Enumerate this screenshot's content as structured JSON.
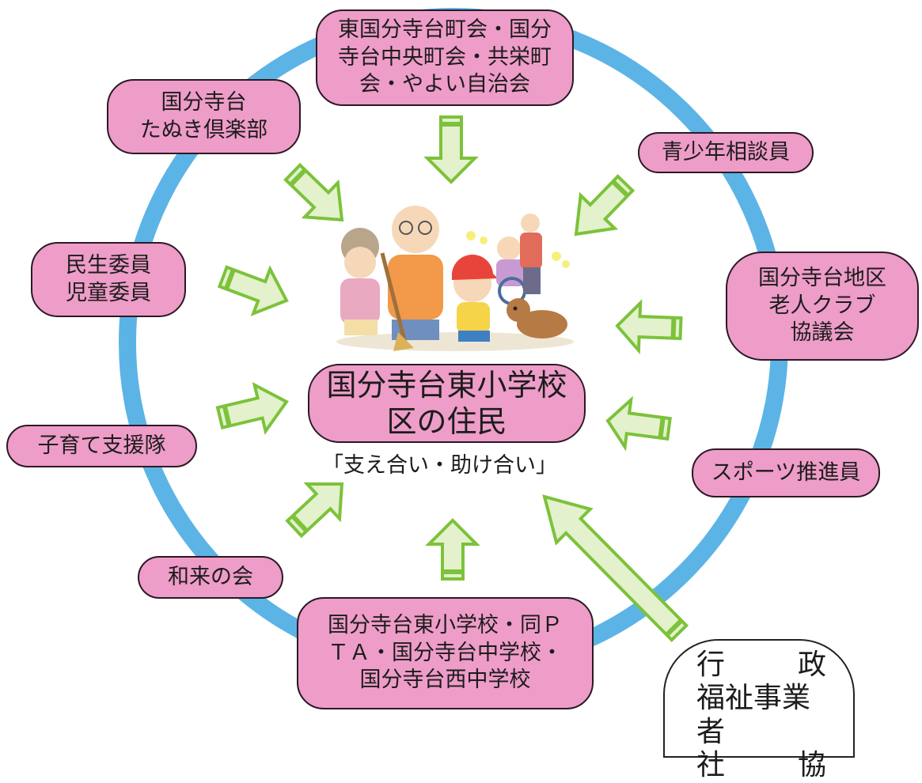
{
  "diagram": {
    "ring_color": "#5cb4e6",
    "node_fill": "#ee9cc8",
    "arrow_fill": "#e3f1cc",
    "arrow_stroke": "#7cc23a",
    "center": {
      "label": "国分寺台東小学校\n区の住民",
      "slogan": "「支え合い・助け合い」"
    },
    "nodes": [
      {
        "id": "top",
        "label": "東国分寺台町会・国分\n寺台中央町会・共栄町\n会・やよい自治会"
      },
      {
        "id": "tanuki",
        "label": "国分寺台\nたぬき倶楽部"
      },
      {
        "id": "youth",
        "label": "青少年相談員"
      },
      {
        "id": "minsei",
        "label": "民生委員\n児童委員"
      },
      {
        "id": "rojin",
        "label": "国分寺台地区\n老人クラブ\n協議会"
      },
      {
        "id": "kosodate",
        "label": "子育て支援隊"
      },
      {
        "id": "sports",
        "label": "スポーツ推進員"
      },
      {
        "id": "warai",
        "label": "和来の会"
      },
      {
        "id": "schools",
        "label": "国分寺台東小学校・同Ｐ\nＴＡ・国分寺台中学校・\n国分寺台西中学校"
      }
    ],
    "admin": {
      "lines": [
        [
          "行",
          "政"
        ],
        [
          "福祉事業者"
        ],
        [
          "社",
          "協"
        ]
      ]
    }
  }
}
